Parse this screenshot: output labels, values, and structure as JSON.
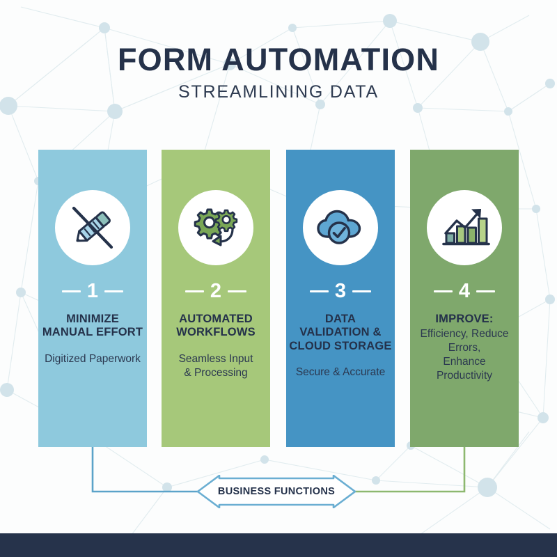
{
  "header": {
    "title": "FORM AUTOMATION",
    "subtitle": "STREAMLINING DATA"
  },
  "colors": {
    "column_1": "#8ec9dd",
    "column_2": "#a6c87a",
    "column_3": "#4594c4",
    "column_4": "#7fa86c",
    "text_dark": "#24314a",
    "bottom_bar": "#26334b",
    "connector_blue": "#5ba3c9",
    "connector_green": "#8db86f",
    "background": "#fcfdfd",
    "network_line": "#dfeaed",
    "network_node": "#cfe2e9"
  },
  "columns": [
    {
      "number": "1",
      "icon": "pencil-strikethrough-icon",
      "heading": "MINIMIZE\nMANUAL EFFORT",
      "description": "Digitized Paperwork",
      "color": "#8ec9dd"
    },
    {
      "number": "2",
      "icon": "gears-cycle-icon",
      "heading": "AUTOMATED\nWORKFLOWS",
      "description": "Seamless Input\n& Processing",
      "color": "#a6c87a"
    },
    {
      "number": "3",
      "icon": "cloud-check-icon",
      "heading": "DATA\nVALIDATION &\nCLOUD STORAGE",
      "description": "Secure & Accurate",
      "color": "#4594c4"
    },
    {
      "number": "4",
      "icon": "growth-bar-chart-icon",
      "heading": "IMPROVE:",
      "description": "Efficiency, Reduce\nErrors,\nEnhance\nProductivity",
      "color": "#7fa86c"
    }
  ],
  "footer": {
    "arrow_label": "BUSINESS FUNCTIONS"
  }
}
